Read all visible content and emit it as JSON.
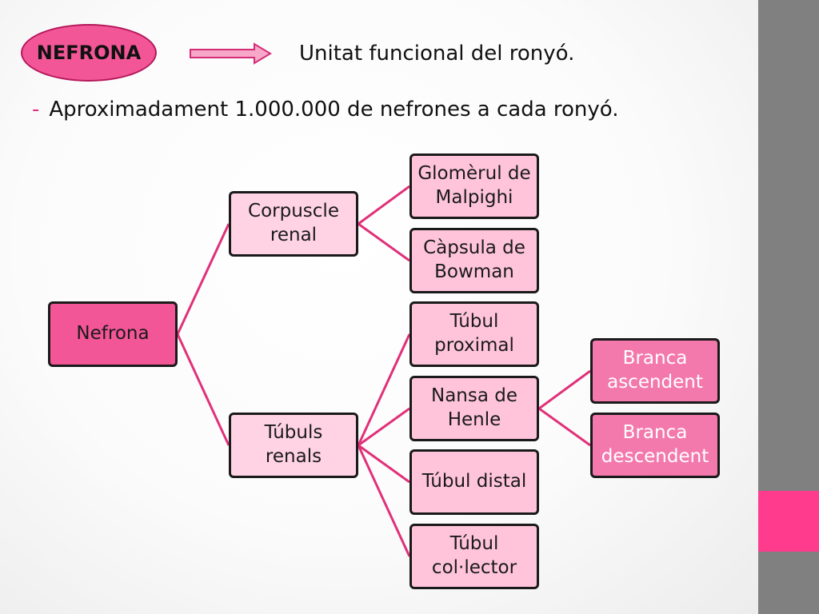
{
  "header": {
    "oval_label": "NEFRONA",
    "definition": "Unitat funcional del ronyó."
  },
  "bullet": {
    "marker": "-",
    "text": "Aproximadament 1.000.000 de nefrones a cada ronyó."
  },
  "diagram": {
    "root": "Nefrona",
    "corpuscle": "Corpuscle renal",
    "glomerul": "Glomèrul de Malpighi",
    "capsula": "Càpsula de Bowman",
    "tubuls": "Túbuls renals",
    "tubul_proximal": "Túbul proximal",
    "nansa": "Nansa de Henle",
    "branca_asc": "Branca ascendent",
    "branca_desc": "Branca descendent",
    "tubul_distal": "Túbul distal",
    "tubul_collector": "Túbul col·lector"
  },
  "colors": {
    "accent_pink": "#ff3b8d",
    "connector": "#e0317a",
    "sidebar_gray": "#808080"
  }
}
